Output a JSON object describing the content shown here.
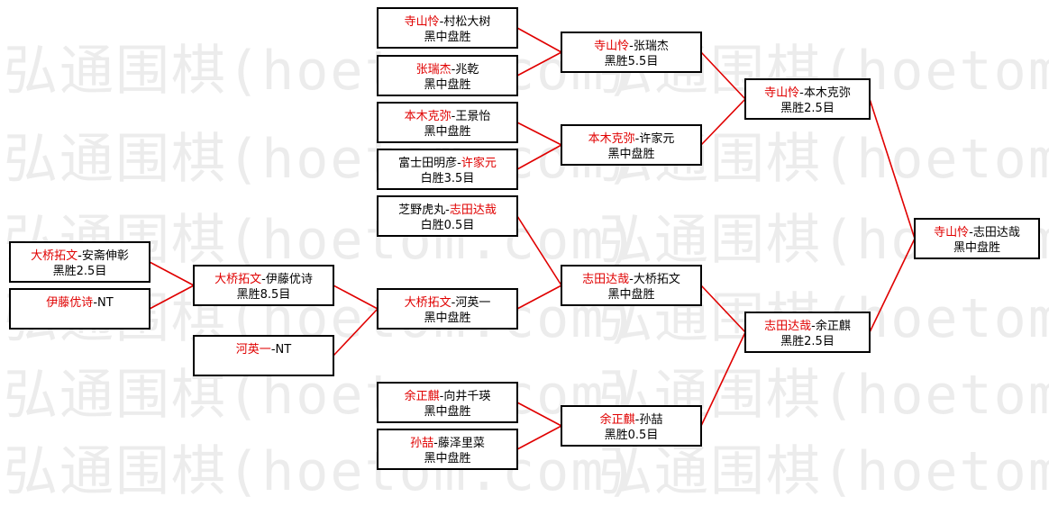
{
  "watermark": {
    "text": "弘通围棋(hoetom.com)"
  },
  "colors": {
    "winner": "#e00000",
    "line": "#e00000",
    "text": "#000000",
    "border": "#000000"
  },
  "matches": [
    {
      "id": "r1a",
      "p1": "大桥拓文",
      "p2": "安斋伸彰",
      "winner": 1,
      "result": "黑胜2.5目"
    },
    {
      "id": "r1b",
      "p1": "伊藤优诗",
      "p2": "NT",
      "winner": 1,
      "result": ""
    },
    {
      "id": "r2a",
      "p1": "大桥拓文",
      "p2": "伊藤优诗",
      "winner": 1,
      "result": "黑胜8.5目"
    },
    {
      "id": "r2b",
      "p1": "河英一",
      "p2": "NT",
      "winner": 1,
      "result": ""
    },
    {
      "id": "r3a",
      "p1": "大桥拓文",
      "p2": "河英一",
      "winner": 1,
      "result": "黑中盘胜"
    },
    {
      "id": "s1",
      "p1": "寺山怜",
      "p2": "村松大树",
      "winner": 1,
      "result": "黑中盘胜"
    },
    {
      "id": "s2",
      "p1": "张瑞杰",
      "p2": "兆乾",
      "winner": 1,
      "result": "黑中盘胜"
    },
    {
      "id": "s3",
      "p1": "本木克弥",
      "p2": "王景怡",
      "winner": 1,
      "result": "黑中盘胜"
    },
    {
      "id": "s4",
      "p1": "富士田明彦",
      "p2": "许家元",
      "winner": 2,
      "result": "白胜3.5目"
    },
    {
      "id": "s5",
      "p1": "芝野虎丸",
      "p2": "志田达哉",
      "winner": 2,
      "result": "白胜0.5目"
    },
    {
      "id": "s6",
      "p1": "余正麒",
      "p2": "向井千瑛",
      "winner": 1,
      "result": "黑中盘胜"
    },
    {
      "id": "s7",
      "p1": "孙喆",
      "p2": "藤泽里菜",
      "winner": 1,
      "result": "黑中盘胜"
    },
    {
      "id": "t1",
      "p1": "寺山怜",
      "p2": "张瑞杰",
      "winner": 1,
      "result": "黑胜5.5目"
    },
    {
      "id": "t2",
      "p1": "本木克弥",
      "p2": "许家元",
      "winner": 1,
      "result": "黑中盘胜"
    },
    {
      "id": "t3",
      "p1": "志田达哉",
      "p2": "大桥拓文",
      "winner": 1,
      "result": "黑中盘胜"
    },
    {
      "id": "t4",
      "p1": "余正麒",
      "p2": "孙喆",
      "winner": 1,
      "result": "黑胜0.5目"
    },
    {
      "id": "u1",
      "p1": "寺山怜",
      "p2": "本木克弥",
      "winner": 1,
      "result": "黑胜2.5目"
    },
    {
      "id": "u2",
      "p1": "志田达哉",
      "p2": "余正麒",
      "winner": 1,
      "result": "黑胜2.5目"
    },
    {
      "id": "f",
      "p1": "寺山怜",
      "p2": "志田达哉",
      "winner": 1,
      "result": "黑中盘胜"
    }
  ]
}
